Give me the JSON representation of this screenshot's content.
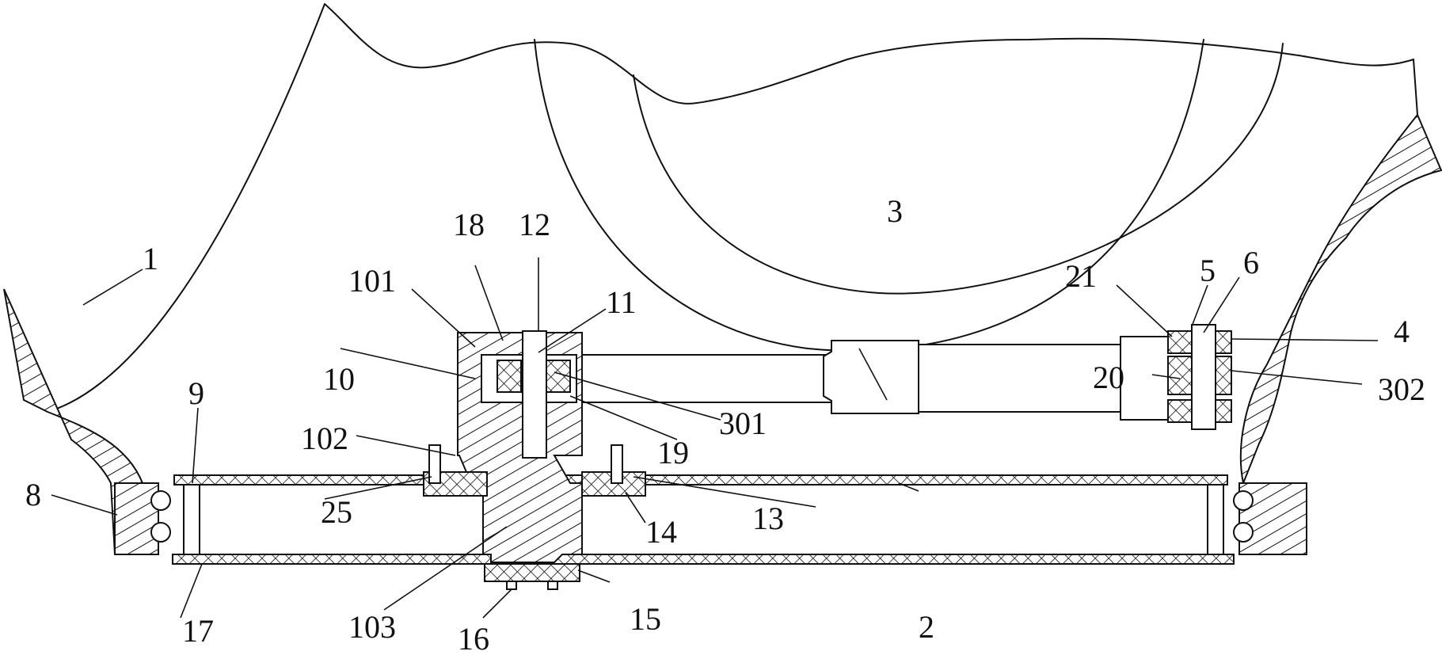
{
  "callouts": [
    {
      "id": "1",
      "text": "1"
    },
    {
      "id": "2",
      "text": "2"
    },
    {
      "id": "3",
      "text": "3"
    },
    {
      "id": "4",
      "text": "4"
    },
    {
      "id": "5",
      "text": "5"
    },
    {
      "id": "6",
      "text": "6"
    },
    {
      "id": "8",
      "text": "8"
    },
    {
      "id": "9",
      "text": "9"
    },
    {
      "id": "10",
      "text": "10"
    },
    {
      "id": "11",
      "text": "11"
    },
    {
      "id": "12",
      "text": "12"
    },
    {
      "id": "13",
      "text": "13"
    },
    {
      "id": "14",
      "text": "14"
    },
    {
      "id": "15",
      "text": "15"
    },
    {
      "id": "16",
      "text": "16"
    },
    {
      "id": "17",
      "text": "17"
    },
    {
      "id": "18",
      "text": "18"
    },
    {
      "id": "19",
      "text": "19"
    },
    {
      "id": "20",
      "text": "20"
    },
    {
      "id": "21",
      "text": "21"
    },
    {
      "id": "25",
      "text": "25"
    },
    {
      "id": "101",
      "text": "101"
    },
    {
      "id": "102",
      "text": "102"
    },
    {
      "id": "103",
      "text": "103"
    },
    {
      "id": "301",
      "text": "301"
    },
    {
      "id": "302",
      "text": "302"
    }
  ]
}
